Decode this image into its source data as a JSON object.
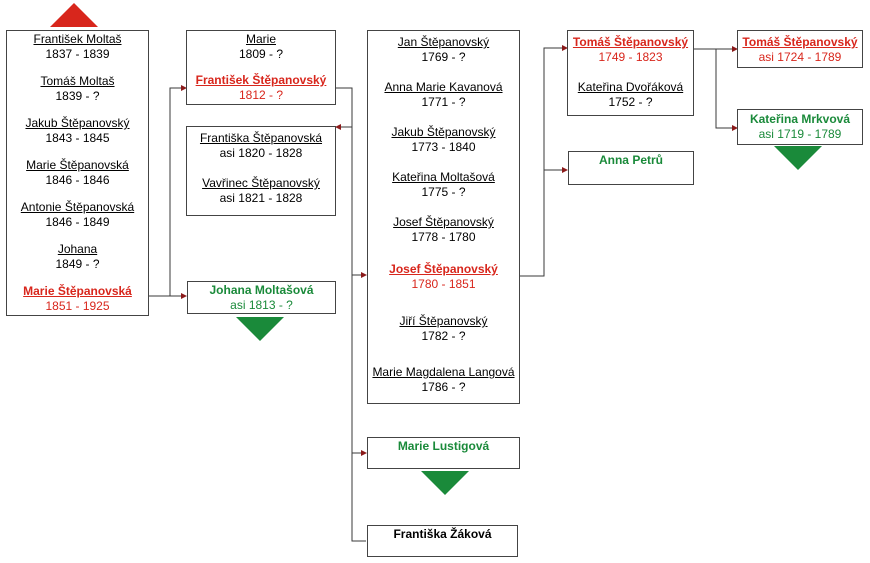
{
  "children_box": [
    {
      "name": "František Moltaš",
      "dates": "1837 - 1839"
    },
    {
      "name": "Tomáš Moltaš",
      "dates": "1839 - ?"
    },
    {
      "name": "Jakub  Štěpanovský",
      "dates": "1843 - 1845"
    },
    {
      "name": "Marie Štěpanovská",
      "dates": "1846 - 1846"
    },
    {
      "name": "Antonie Štěpanovská",
      "dates": "1846 - 1849"
    },
    {
      "name": "Johana",
      "dates": "1849 - ?"
    },
    {
      "name": "Marie Štěpanovská",
      "dates": "1851 - 1925"
    }
  ],
  "father_box": [
    {
      "name": "Marie",
      "dates": "1809 - ?"
    },
    {
      "name": "František Štěpanovský",
      "dates": "1812 - ?"
    }
  ],
  "father_siblings": [
    {
      "name": "Františka Štěpanovská",
      "dates": "asi 1820 - 1828"
    },
    {
      "name": "Vavřinec Štěpanovský",
      "dates": "asi 1821 - 1828"
    }
  ],
  "mother": {
    "name": "Johana Moltašová",
    "dates": "asi 1813 - ?"
  },
  "grandfather_box": [
    {
      "name": "Jan Štěpanovský",
      "dates": "1769 - ?"
    },
    {
      "name": "Anna Marie Kavanová",
      "dates": "1771 - ?"
    },
    {
      "name": "Jakub Štěpanovský",
      "dates": "1773 - 1840"
    },
    {
      "name": "Kateřina Moltašová",
      "dates": "1775 - ?"
    },
    {
      "name": "Josef Štěpanovský",
      "dates": "1778 - 1780"
    },
    {
      "name": "Josef Štěpanovský",
      "dates": "1780 - 1851"
    },
    {
      "name": "Jiří Štěpanovský",
      "dates": "1782 - ?"
    },
    {
      "name": "Marie Magdalena Langová",
      "dates": "1786 - ?"
    }
  ],
  "grandmother": {
    "name": "Marie Lustigová"
  },
  "spouse2": {
    "name": "Františka Žáková"
  },
  "gg_father_box": [
    {
      "name": "Tomáš Štěpanovský",
      "dates": "1749 - 1823"
    },
    {
      "name": "Kateřina Dvořáková",
      "dates": "1752 - ?"
    }
  ],
  "gg_mother": {
    "name": "Anna Petrů"
  },
  "ggg_father": {
    "name": "Tomáš Štěpanovský",
    "dates": "asi 1724 - 1789"
  },
  "ggg_mother": {
    "name": "Kateřina Mrkvová",
    "dates": "asi 1719 - 1789"
  },
  "colors": {
    "direct_line": "#d8261c",
    "maternal": "#1a8a3a",
    "connector": "#3a3a3a"
  }
}
